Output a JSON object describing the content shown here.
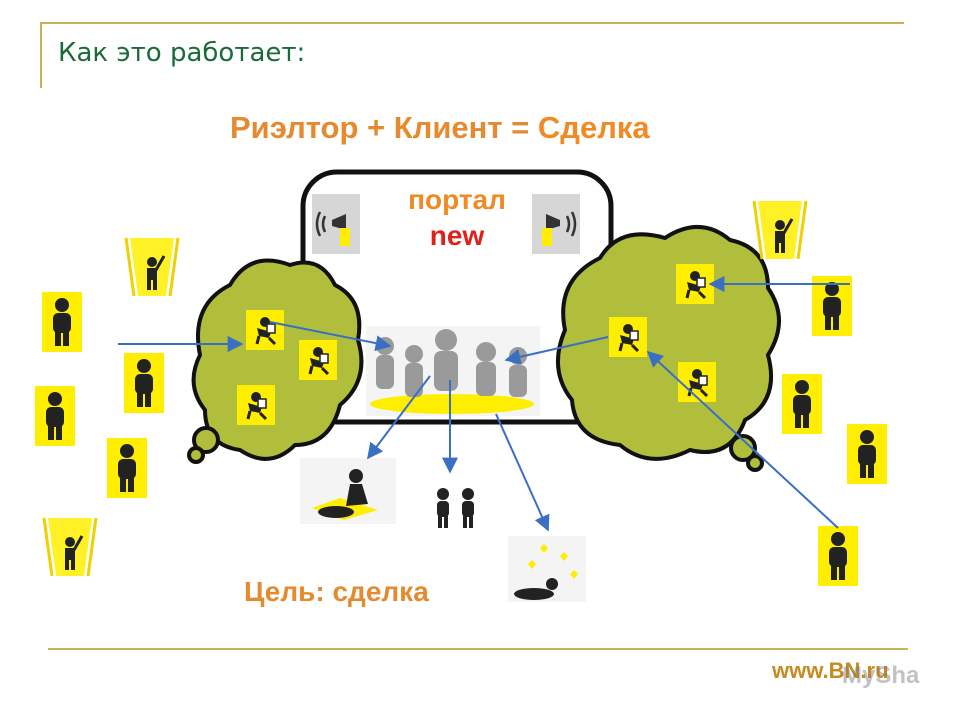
{
  "slide": {
    "title": "Как это работает:",
    "formula_part1": "Риэлтор + Клиент = ",
    "formula_part2": "Сделка",
    "portal_line1": "портал",
    "portal_line2": "new",
    "goal": "Цель: сделка",
    "website": "www.BN.ru",
    "watermark": "MySha"
  },
  "colors": {
    "title": "#1b6b3a",
    "accent_orange": "#e58a2f",
    "portal_orange": "#f08a24",
    "portal_red": "#e0201a",
    "cloud_green": "#b0be3c",
    "icon_yellow": "#ffee00",
    "rule_gold": "#c9b257",
    "arrow_blue": "#3b6fc4"
  },
  "icons": [
    "realtor-icon",
    "client-icon",
    "spotlight-person-icon",
    "megaphone-icon",
    "crowd-icon",
    "fight-icon",
    "couple-icon",
    "hearts-icon"
  ]
}
